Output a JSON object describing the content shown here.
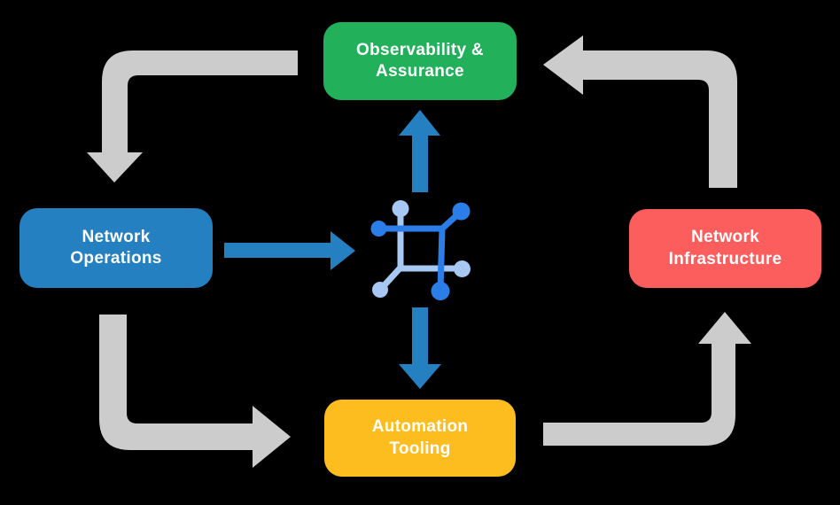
{
  "diagram": {
    "background_color": "#000000",
    "nodes": {
      "observability": {
        "label": "Observability &\nAssurance",
        "color": "#22B05B"
      },
      "operations": {
        "label": "Network\nOperations",
        "color": "#2480C1"
      },
      "infrastructure": {
        "label": "Network\nInfrastructure",
        "color": "#FC5D5D"
      },
      "automation": {
        "label": "Automation\nTooling",
        "color": "#FDBD1E"
      }
    },
    "center_icon": {
      "name": "network-automation-icon",
      "dark_blue": "#2B7EE8",
      "light_blue": "#A6C8F2"
    },
    "arrows": {
      "gray_color": "#CCCCCC",
      "blue_color": "#2480C1",
      "gray_cycle": [
        "Observability & Assurance to Network Operations",
        "Network Operations to Automation Tooling",
        "Automation Tooling to Network Infrastructure",
        "Network Infrastructure to Observability & Assurance"
      ],
      "blue_links": [
        "Network Operations to center icon",
        "center icon to Observability & Assurance",
        "center icon to Automation Tooling"
      ]
    }
  }
}
